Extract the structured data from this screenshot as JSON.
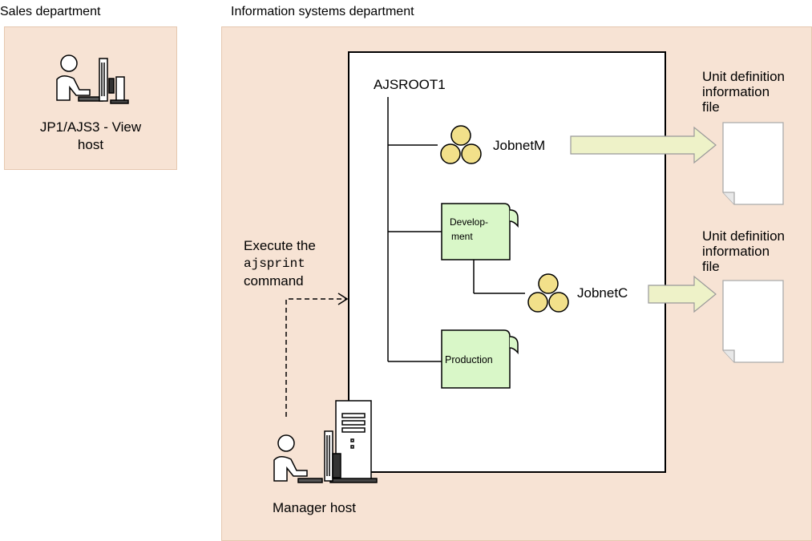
{
  "sales": {
    "label": "Sales department",
    "host_label_line1": "JP1/AJS3 - View",
    "host_label_line2": "host"
  },
  "info": {
    "label": "Information systems department",
    "root": "AJSROOT1",
    "jobnet_m": "JobnetM",
    "jobnet_c": "JobnetC",
    "folder_dev_line1": "Develop-",
    "folder_dev_line2": "ment",
    "folder_prod": "Production",
    "command_line1": "Execute the",
    "command_name": "ajsprint",
    "command_line3": "command",
    "manager_label": "Manager host",
    "file1_line1": "Unit definition",
    "file1_line2": "information",
    "file1_line3": "file",
    "file2_line1": "Unit definition",
    "file2_line2": "information",
    "file2_line3": "file"
  },
  "icons": [
    "user-at-terminal-icon",
    "server-icon",
    "jobnet-icon",
    "folder-icon",
    "document-icon",
    "arrow-icon"
  ],
  "colors": {
    "zone": "#f7e3d4",
    "folder": "#d9f7c8",
    "jobnet": "#f2e08a",
    "arrow": "#eef2c8"
  }
}
